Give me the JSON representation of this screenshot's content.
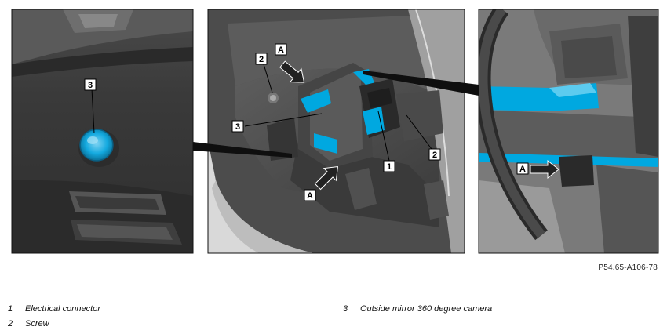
{
  "callouts": {
    "left_3": "3",
    "mid_2": "2",
    "mid_3": "3",
    "mid_A_top": "A",
    "mid_A_bottom": "A",
    "mid_1": "1",
    "mid_2b": "2",
    "right_A": "A"
  },
  "figure_code": "P54.65-A106-78",
  "legend": [
    {
      "num": "1",
      "text": "Electrical connector"
    },
    {
      "num": "2",
      "text": "Screw"
    },
    {
      "num": "3",
      "text": "Outside mirror 360 degree camera"
    }
  ],
  "colors": {
    "highlight": "#00a8e0",
    "dark": "#3a3a3a",
    "mid": "#5a5a5a",
    "light": "#8a8a8a"
  }
}
